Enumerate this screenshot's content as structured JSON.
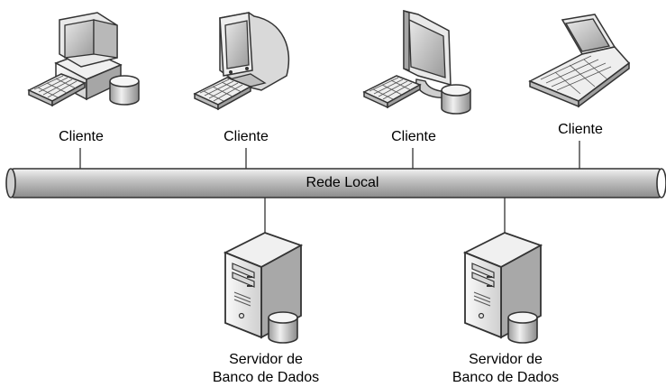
{
  "network": {
    "label": "Rede Local"
  },
  "clients": [
    {
      "label": "Cliente",
      "icon": "desktop-tower-icon"
    },
    {
      "label": "Cliente",
      "icon": "crt-monitor-icon"
    },
    {
      "label": "Cliente",
      "icon": "flat-monitor-icon"
    },
    {
      "label": "Cliente",
      "icon": "laptop-icon"
    }
  ],
  "servers": [
    {
      "line1": "Servidor de",
      "line2": "Banco de Dados",
      "icon": "database-server-icon"
    },
    {
      "line1": "Servidor de",
      "line2": "Banco de Dados",
      "icon": "database-server-icon"
    }
  ]
}
